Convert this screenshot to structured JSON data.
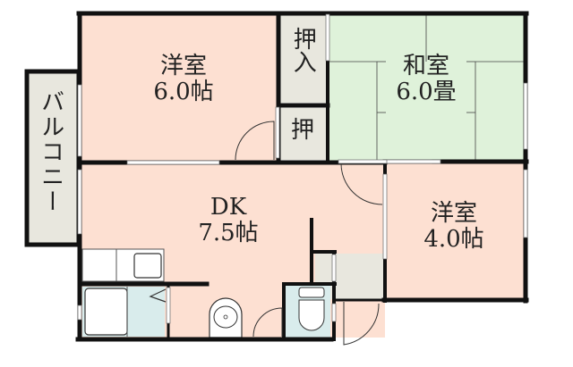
{
  "floor_plan": {
    "colors": {
      "western_room": "#fde0d2",
      "japanese_room": "#dff2da",
      "storage": "#e8e7de",
      "wet_area": "#d9ecec",
      "wall": "#111111",
      "background": "#ffffff"
    },
    "rooms": [
      {
        "id": "western-6",
        "name": "洋室",
        "size": "6.0帖"
      },
      {
        "id": "japanese-6",
        "name": "和室",
        "size": "6.0畳"
      },
      {
        "id": "dk",
        "name": "DK",
        "size": "7.5帖"
      },
      {
        "id": "western-4",
        "name": "洋室",
        "size": "4.0帖"
      }
    ],
    "closets": [
      {
        "id": "oshiire",
        "label": "押入"
      },
      {
        "id": "oshi",
        "label": "押"
      }
    ],
    "balcony": {
      "label": "バルコニー"
    }
  }
}
